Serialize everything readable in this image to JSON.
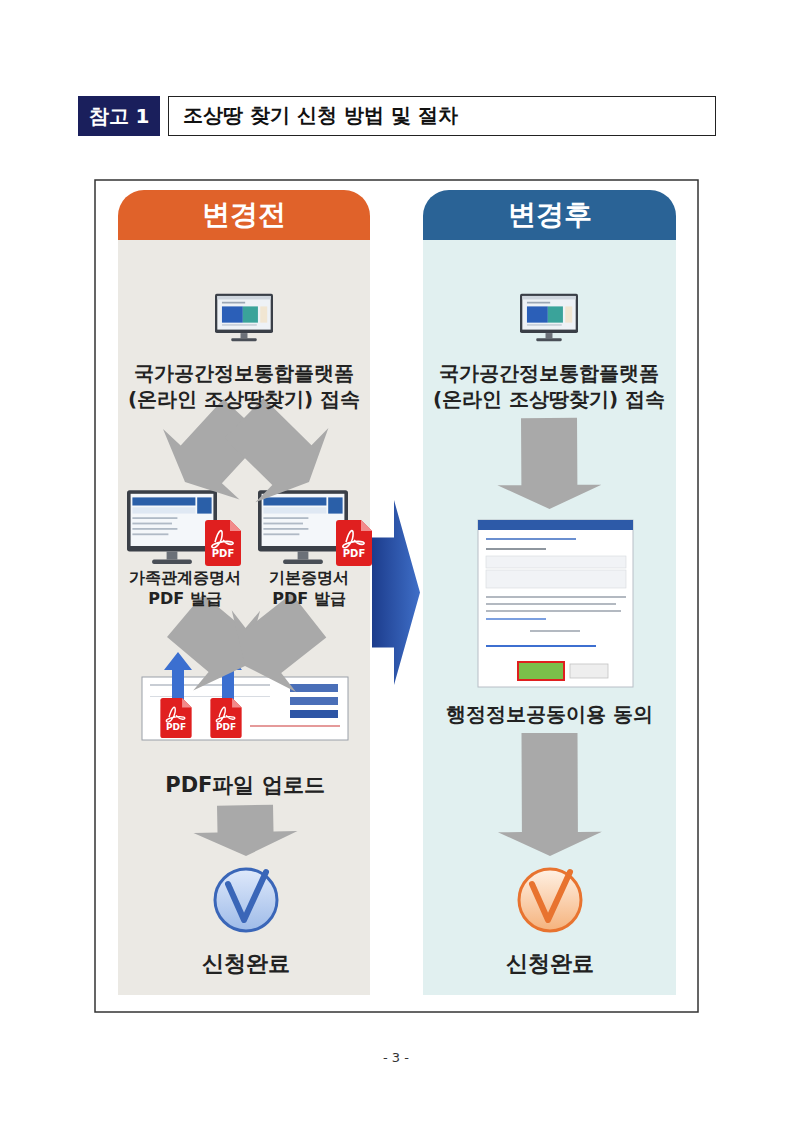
{
  "diagram": {
    "title": "조상땅 찾기 신청 방법 및 절차",
    "nodes": [
      {
        "text": [
          "변경전"
        ]
      },
      {
        "text": [
          "변경후"
        ]
      },
      {
        "text": [
          "국가공간정보통합플랫폼 (온라인 조상땅찾기) 접속"
        ],
        "in": 0
      },
      {
        "text": [
          "가족관계증명서 PDF 발급"
        ],
        "in": 0
      },
      {
        "text": [
          "기본증명서 PDF 발급"
        ],
        "in": 0
      },
      {
        "text": [
          "PDF파일 업로드"
        ],
        "in": 0
      },
      {
        "text": [
          "신청완료"
        ],
        "in": 0
      },
      {
        "text": [
          "국가공간정보통합플랫폼 (온라인 조상땅찾기) 접속"
        ],
        "in": 1
      },
      {
        "text": [
          "행정정보공동이용 동의"
        ],
        "in": 1
      },
      {
        "text": [
          "신청완료"
        ],
        "in": 1
      }
    ],
    "edges": [
      {
        "from": 2,
        "to": 3,
        "arrow": "to"
      },
      {
        "from": 2,
        "to": 4,
        "arrow": "to"
      },
      {
        "from": 3,
        "to": 5,
        "arrow": "to"
      },
      {
        "from": 4,
        "to": 5,
        "arrow": "to"
      },
      {
        "from": 5,
        "to": 6,
        "arrow": "to"
      },
      {
        "from": 0,
        "to": 1,
        "arrow": "to"
      },
      {
        "from": 7,
        "to": 8,
        "arrow": "to"
      },
      {
        "from": 8,
        "to": 9,
        "arrow": "to"
      }
    ],
    "labels": [
      "참고 1",
      "PDF",
      "PDF",
      "PDF",
      "PDF",
      "- 3 -"
    ]
  }
}
